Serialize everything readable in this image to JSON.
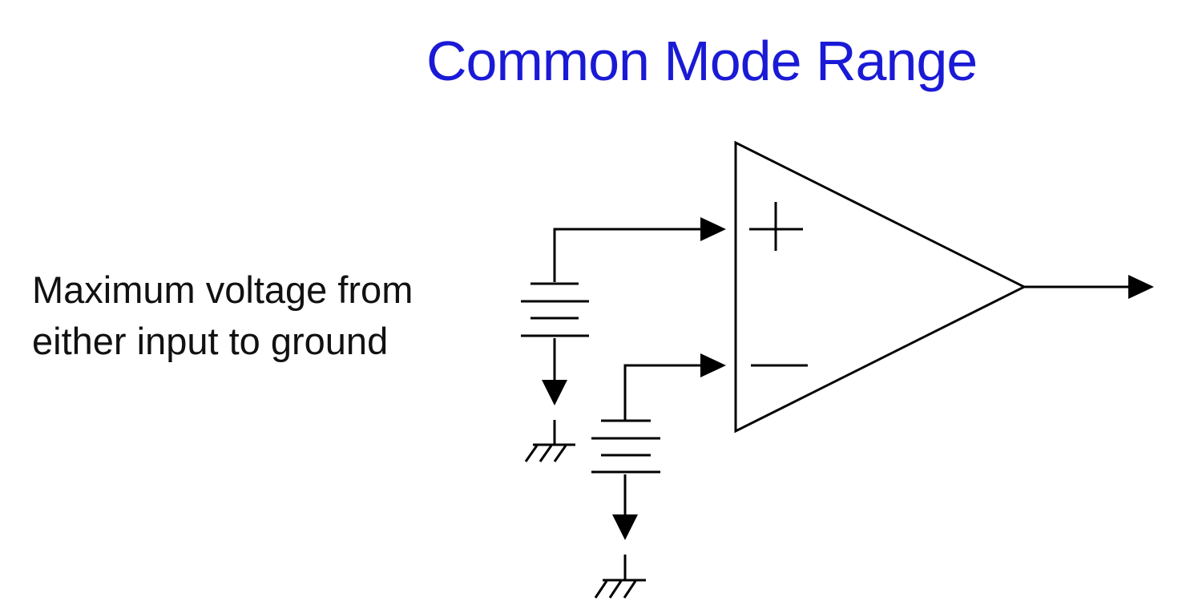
{
  "diagram": {
    "title": "Common Mode Range",
    "caption": {
      "line1": "Maximum voltage  from",
      "line2": "either input to ground"
    },
    "colors": {
      "title": "#1a1ad6",
      "stroke": "#000000",
      "background": "#ffffff"
    },
    "symbols": {
      "noninverting_input": "plus-sign",
      "inverting_input": "minus-sign",
      "source": "battery-icon",
      "reference": "ground-icon"
    }
  }
}
